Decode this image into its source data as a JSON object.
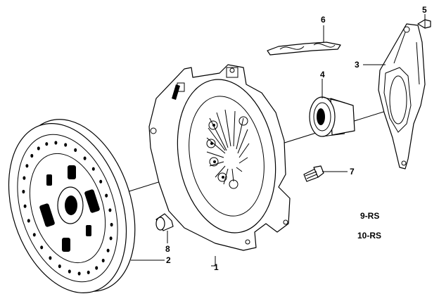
{
  "diagram": {
    "callouts": [
      {
        "id": "p1",
        "text": "1"
      },
      {
        "id": "p2",
        "text": "2"
      },
      {
        "id": "p3",
        "text": "3"
      },
      {
        "id": "p4",
        "text": "4"
      },
      {
        "id": "p5",
        "text": "5"
      },
      {
        "id": "p6",
        "text": "6"
      },
      {
        "id": "p7",
        "text": "7"
      },
      {
        "id": "p8",
        "text": "8"
      }
    ],
    "notes": [
      {
        "id": "n1",
        "text": "9-RS"
      },
      {
        "id": "n2",
        "text": "10-RS"
      }
    ]
  }
}
